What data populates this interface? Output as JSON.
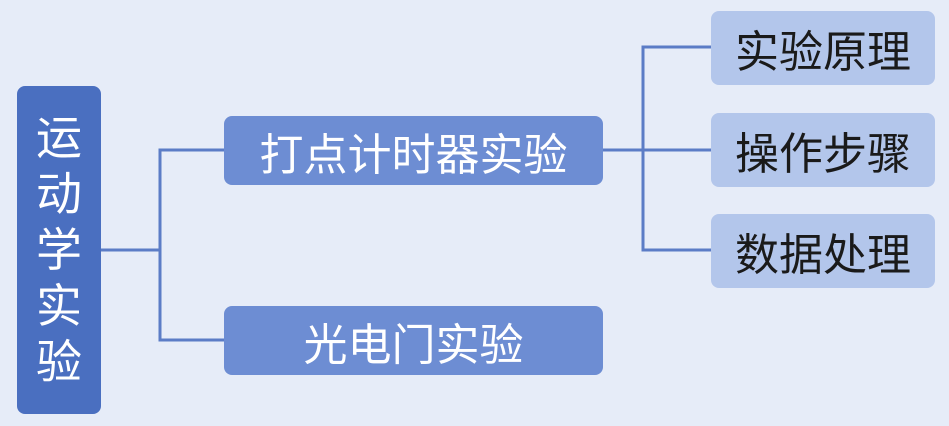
{
  "root": {
    "label": "运动学实验"
  },
  "branches": [
    {
      "label": "打点计时器实验",
      "children": [
        {
          "label": "实验原理"
        },
        {
          "label": "操作步骤"
        },
        {
          "label": "数据处理"
        }
      ]
    },
    {
      "label": "光电门实验",
      "children": []
    }
  ],
  "colors": {
    "background": "#e6ecf8",
    "root_fill": "#4a6fc0",
    "branch_fill": "#6d8dd3",
    "leaf_fill": "#b3c6eb",
    "connector": "#5b7cc6"
  }
}
